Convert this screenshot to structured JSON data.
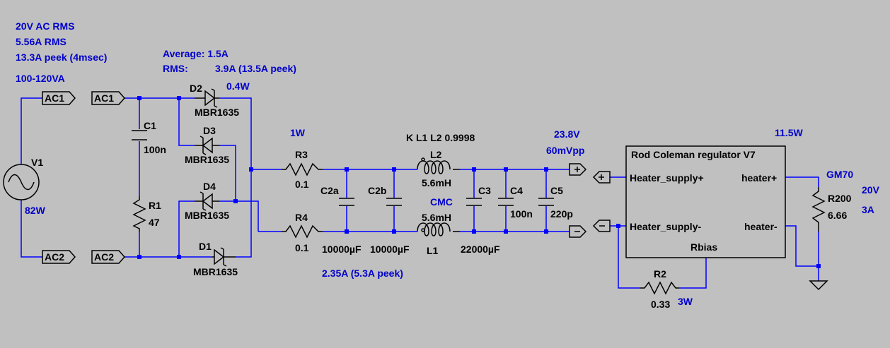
{
  "notes": {
    "source_voltage": "20V AC RMS",
    "source_current": "5.56A RMS",
    "source_peak": "13.3A peek (4msec)",
    "source_va": "100-120VA",
    "diode_average": "Average:  1.5A",
    "diode_rms_label": "RMS:",
    "diode_rms_value": "3.9A (13.5A peek)",
    "diode_power": "0.4W",
    "r3_power": "1W",
    "coupling": "K L1 L2 0.9998",
    "out_voltage": "23.8V",
    "out_ripple": "60mVpp",
    "reg_power": "11.5W",
    "source_power": "82W",
    "cap_current": "2.35A (5.3A peek)",
    "cmc": "CMC",
    "heater_tube": "GM70",
    "heater_voltage": "20V",
    "heater_current": "3A",
    "r2_power": "3W"
  },
  "ports": {
    "ac1_left": "AC1",
    "ac2_left": "AC2",
    "ac1_right": "AC1",
    "ac2_right": "AC2"
  },
  "components": {
    "v1": {
      "ref": "V1"
    },
    "c1": {
      "ref": "C1",
      "value": "100n"
    },
    "r1": {
      "ref": "R1",
      "value": "47"
    },
    "d1": {
      "ref": "D1",
      "value": "MBR1635"
    },
    "d2": {
      "ref": "D2",
      "value": "MBR1635"
    },
    "d3": {
      "ref": "D3",
      "value": "MBR1635"
    },
    "d4": {
      "ref": "D4",
      "value": "MBR1635"
    },
    "r3": {
      "ref": "R3",
      "value": "0.1"
    },
    "r4": {
      "ref": "R4",
      "value": "0.1"
    },
    "c2a": {
      "ref": "C2a",
      "value": "10000µF"
    },
    "c2b": {
      "ref": "C2b",
      "value": "10000µF"
    },
    "l1": {
      "ref": "L1",
      "value": "5.6mH"
    },
    "l2": {
      "ref": "L2",
      "value": "5.6mH"
    },
    "c3": {
      "ref": "C3",
      "value": "22000µF"
    },
    "c4": {
      "ref": "C4",
      "value": "100n"
    },
    "c5": {
      "ref": "C5",
      "value": "220p"
    },
    "r200": {
      "ref": "R200",
      "value": "6.66"
    },
    "r2": {
      "ref": "R2",
      "value": "0.33"
    }
  },
  "regulator": {
    "title": "Rod Coleman regulator V7",
    "pin_supply_pos": "Heater_supply+",
    "pin_supply_neg": "Heater_supply-",
    "pin_heater_pos": "heater+",
    "pin_heater_neg": "heater-",
    "pin_rbias": "Rbias"
  },
  "colors": {
    "background": "#c0c0c0",
    "wire": "#0000ff",
    "component": "#000000",
    "annotation": "#0000cc"
  }
}
